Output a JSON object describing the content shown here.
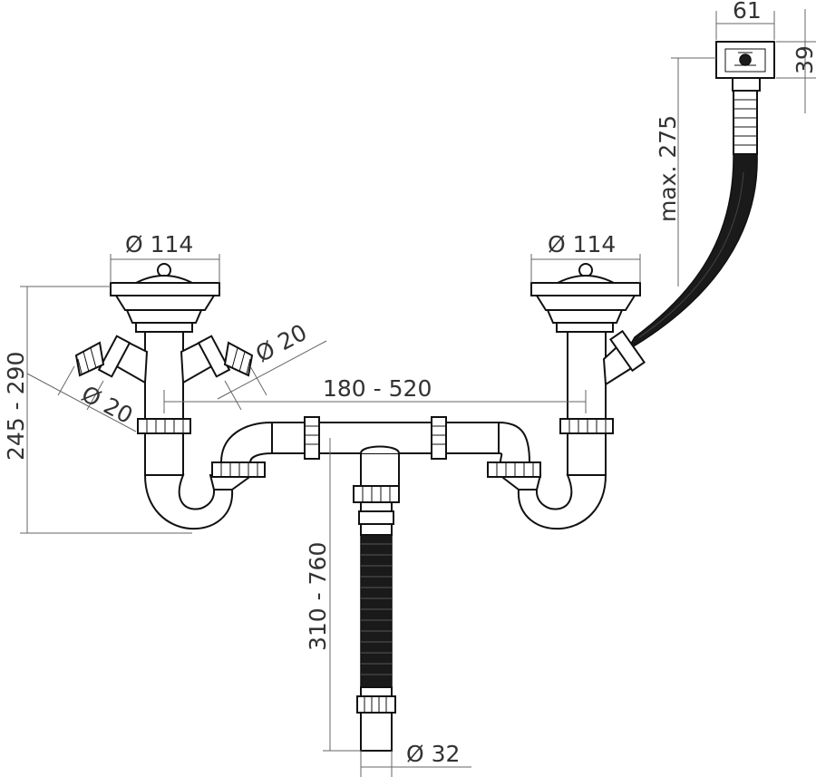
{
  "dimensions": {
    "overflow_width": "61",
    "overflow_height": "39",
    "overflow_hose_length": "max. 275",
    "left_basket_diameter": "Ø 114",
    "right_basket_diameter": "Ø 114",
    "left_inlet_diameter": "Ø 20",
    "right_inlet_diameter": "Ø 20",
    "bowl_spacing": "180 - 520",
    "left_height_range": "245 - 290",
    "outlet_height_range": "310 - 760",
    "outlet_diameter": "Ø 32"
  },
  "colors": {
    "line": "#111111",
    "dimension": "#666666",
    "hose": "#1a1a1a",
    "background": "#ffffff"
  }
}
